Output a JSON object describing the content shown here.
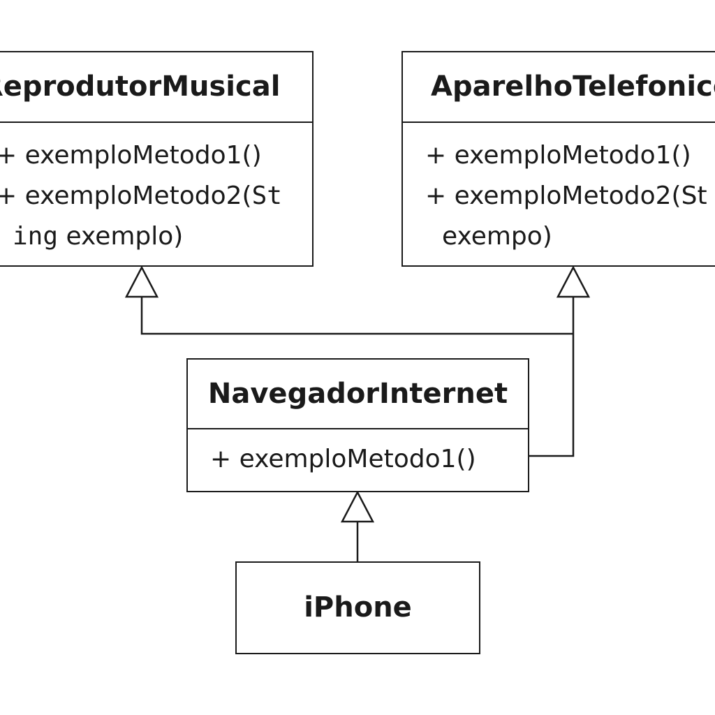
{
  "classes": {
    "reprodutor": {
      "name": "ReprodutorMusical",
      "methods": [
        "+ exemploMetodo1()",
        "+ exemploMetodo2(",
        "St",
        "ing",
        " exemplo)"
      ]
    },
    "aparelho": {
      "name": "AparelhoTelefonico",
      "methods": [
        "+ exemploMetodo1()",
        "+ exemploMetodo2(St",
        "exempo)"
      ]
    },
    "navegador": {
      "name": "NavegadorInternet",
      "methods": [
        "+ exemploMetodo1()"
      ]
    },
    "iphone": {
      "name": "iPhone"
    }
  },
  "colors": {
    "stroke": "#1a1a1a",
    "background": "#ffffff"
  }
}
